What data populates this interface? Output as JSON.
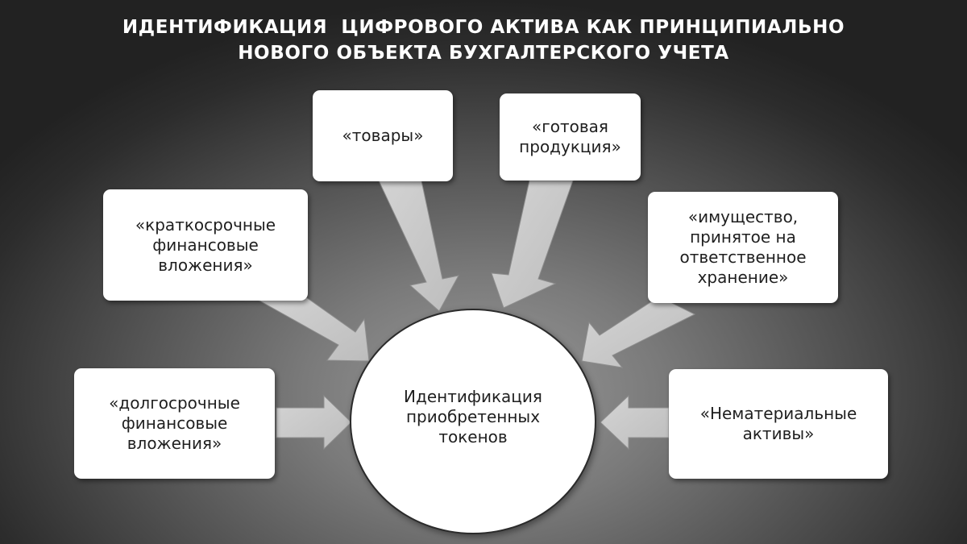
{
  "title": {
    "line1": "ИДЕНТИФИКАЦИЯ  ЦИФРОВОГО АКТИВА КАК ПРИНЦИПИАЛЬНО",
    "line2": "НОВОГО ОБЪЕКТА БУХГАЛТЕРСКОГО УЧЕТА"
  },
  "center": {
    "label": "Идентификация\nприобретенных\nтокенов"
  },
  "boxes": {
    "goods": "«товары»",
    "finished_products": "«готовая\nпродукция»",
    "short_term_investments": "«краткосрочные\nфинансовые\nвложения»",
    "property_custody": "«имущество,\nпринятое на\nответственное\nхранение»",
    "long_term_investments": "«долгосрочные\nфинансовые\nвложения»",
    "intangible_assets": "«Нематериальные\nактивы»"
  },
  "colors": {
    "box_fill": "#ffffff",
    "arrow_fill": "#c8c8c8",
    "title_text": "#ffffff",
    "background": "#3a3a3a"
  }
}
